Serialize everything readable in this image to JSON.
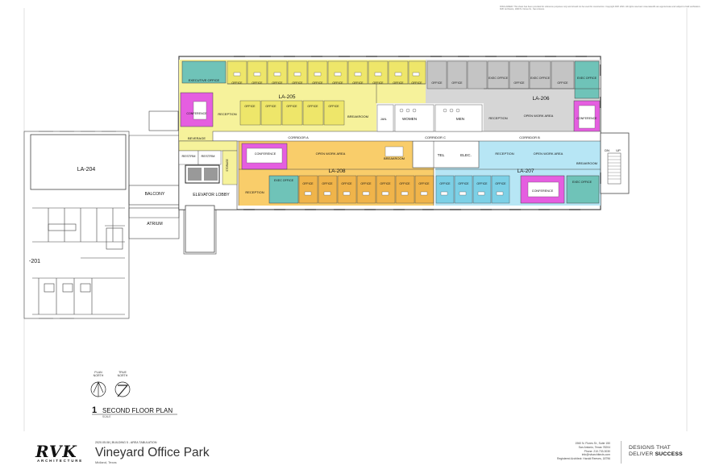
{
  "disclaimer": "DISCLAIMER: This sheet has been provided for reference purposes only and should not be used for construction. Copyright RVK 2021. All rights reserved. Area takeoffs are approximate and subject to field verification. RVK Architects, 1960 N. Flores St., San Antonio.",
  "plan": {
    "number": "1",
    "name": "SECOND FLOOR PLAN",
    "scale": "SCALE"
  },
  "north": {
    "plan": [
      "PLAN",
      "NORTH"
    ],
    "true": [
      "TRUE",
      "NORTH"
    ]
  },
  "title_block": {
    "logo": "RVK",
    "logo_sub": "ARCHITECTURE",
    "meta": "2020.05.08  |  BUILDING 5 - AREA TABULATION",
    "project": "Vineyard Office Park",
    "location": "Midland, Texas",
    "address": [
      "1960 N. Flores St., Suite 150",
      "San Antonio, Texas 78204",
      "Phone: 210.733.3030",
      "info@rvkarchitects.com",
      "Registered Architect: Harold Reeves, 18796"
    ],
    "tagline_1": "DESIGNS THAT",
    "tagline_2a": "DELIVER ",
    "tagline_2b": "SUCCESS"
  },
  "labels": {
    "suites": {
      "la205": "LA-205",
      "la206": "LA-206",
      "la207": "LA-207",
      "la208": "LA-208",
      "la204": "LA-204",
      "la201": "-201"
    },
    "executive_office": "EXECUTIVE OFFICE",
    "exec_office": "EXEC OFFICE",
    "office": "OFFICE",
    "conference": "CONFERENCE",
    "reception": "RECEPTION",
    "breakroom": "BREAKROOM",
    "open_work_area": "OPEN WORK AREA",
    "corridor_a": "CORRIDOR A",
    "corridor_b": "CORRIDOR B",
    "corridor_c": "CORRIDOR C",
    "beverage": "BEVERAGE",
    "restrm": "RESTRM",
    "storage": "STORAGE",
    "balcony": "BALCONY",
    "elevator_lobby": "ELEVATOR LOBBY",
    "atrium": "ATRIUM",
    "jan": "JAN.",
    "women": "WOMEN",
    "men": "MEN",
    "tel": "TEL",
    "elec": "ELEC.",
    "dn": "DN",
    "up": "UP"
  },
  "colors": {
    "la205": "#f6f29b",
    "la206": "#d6d6d6",
    "la207": "#b7e6f5",
    "la208": "#f9cd6a",
    "conference": "#e55ee0",
    "exec": "#6fc3b8",
    "line": "#333333"
  }
}
